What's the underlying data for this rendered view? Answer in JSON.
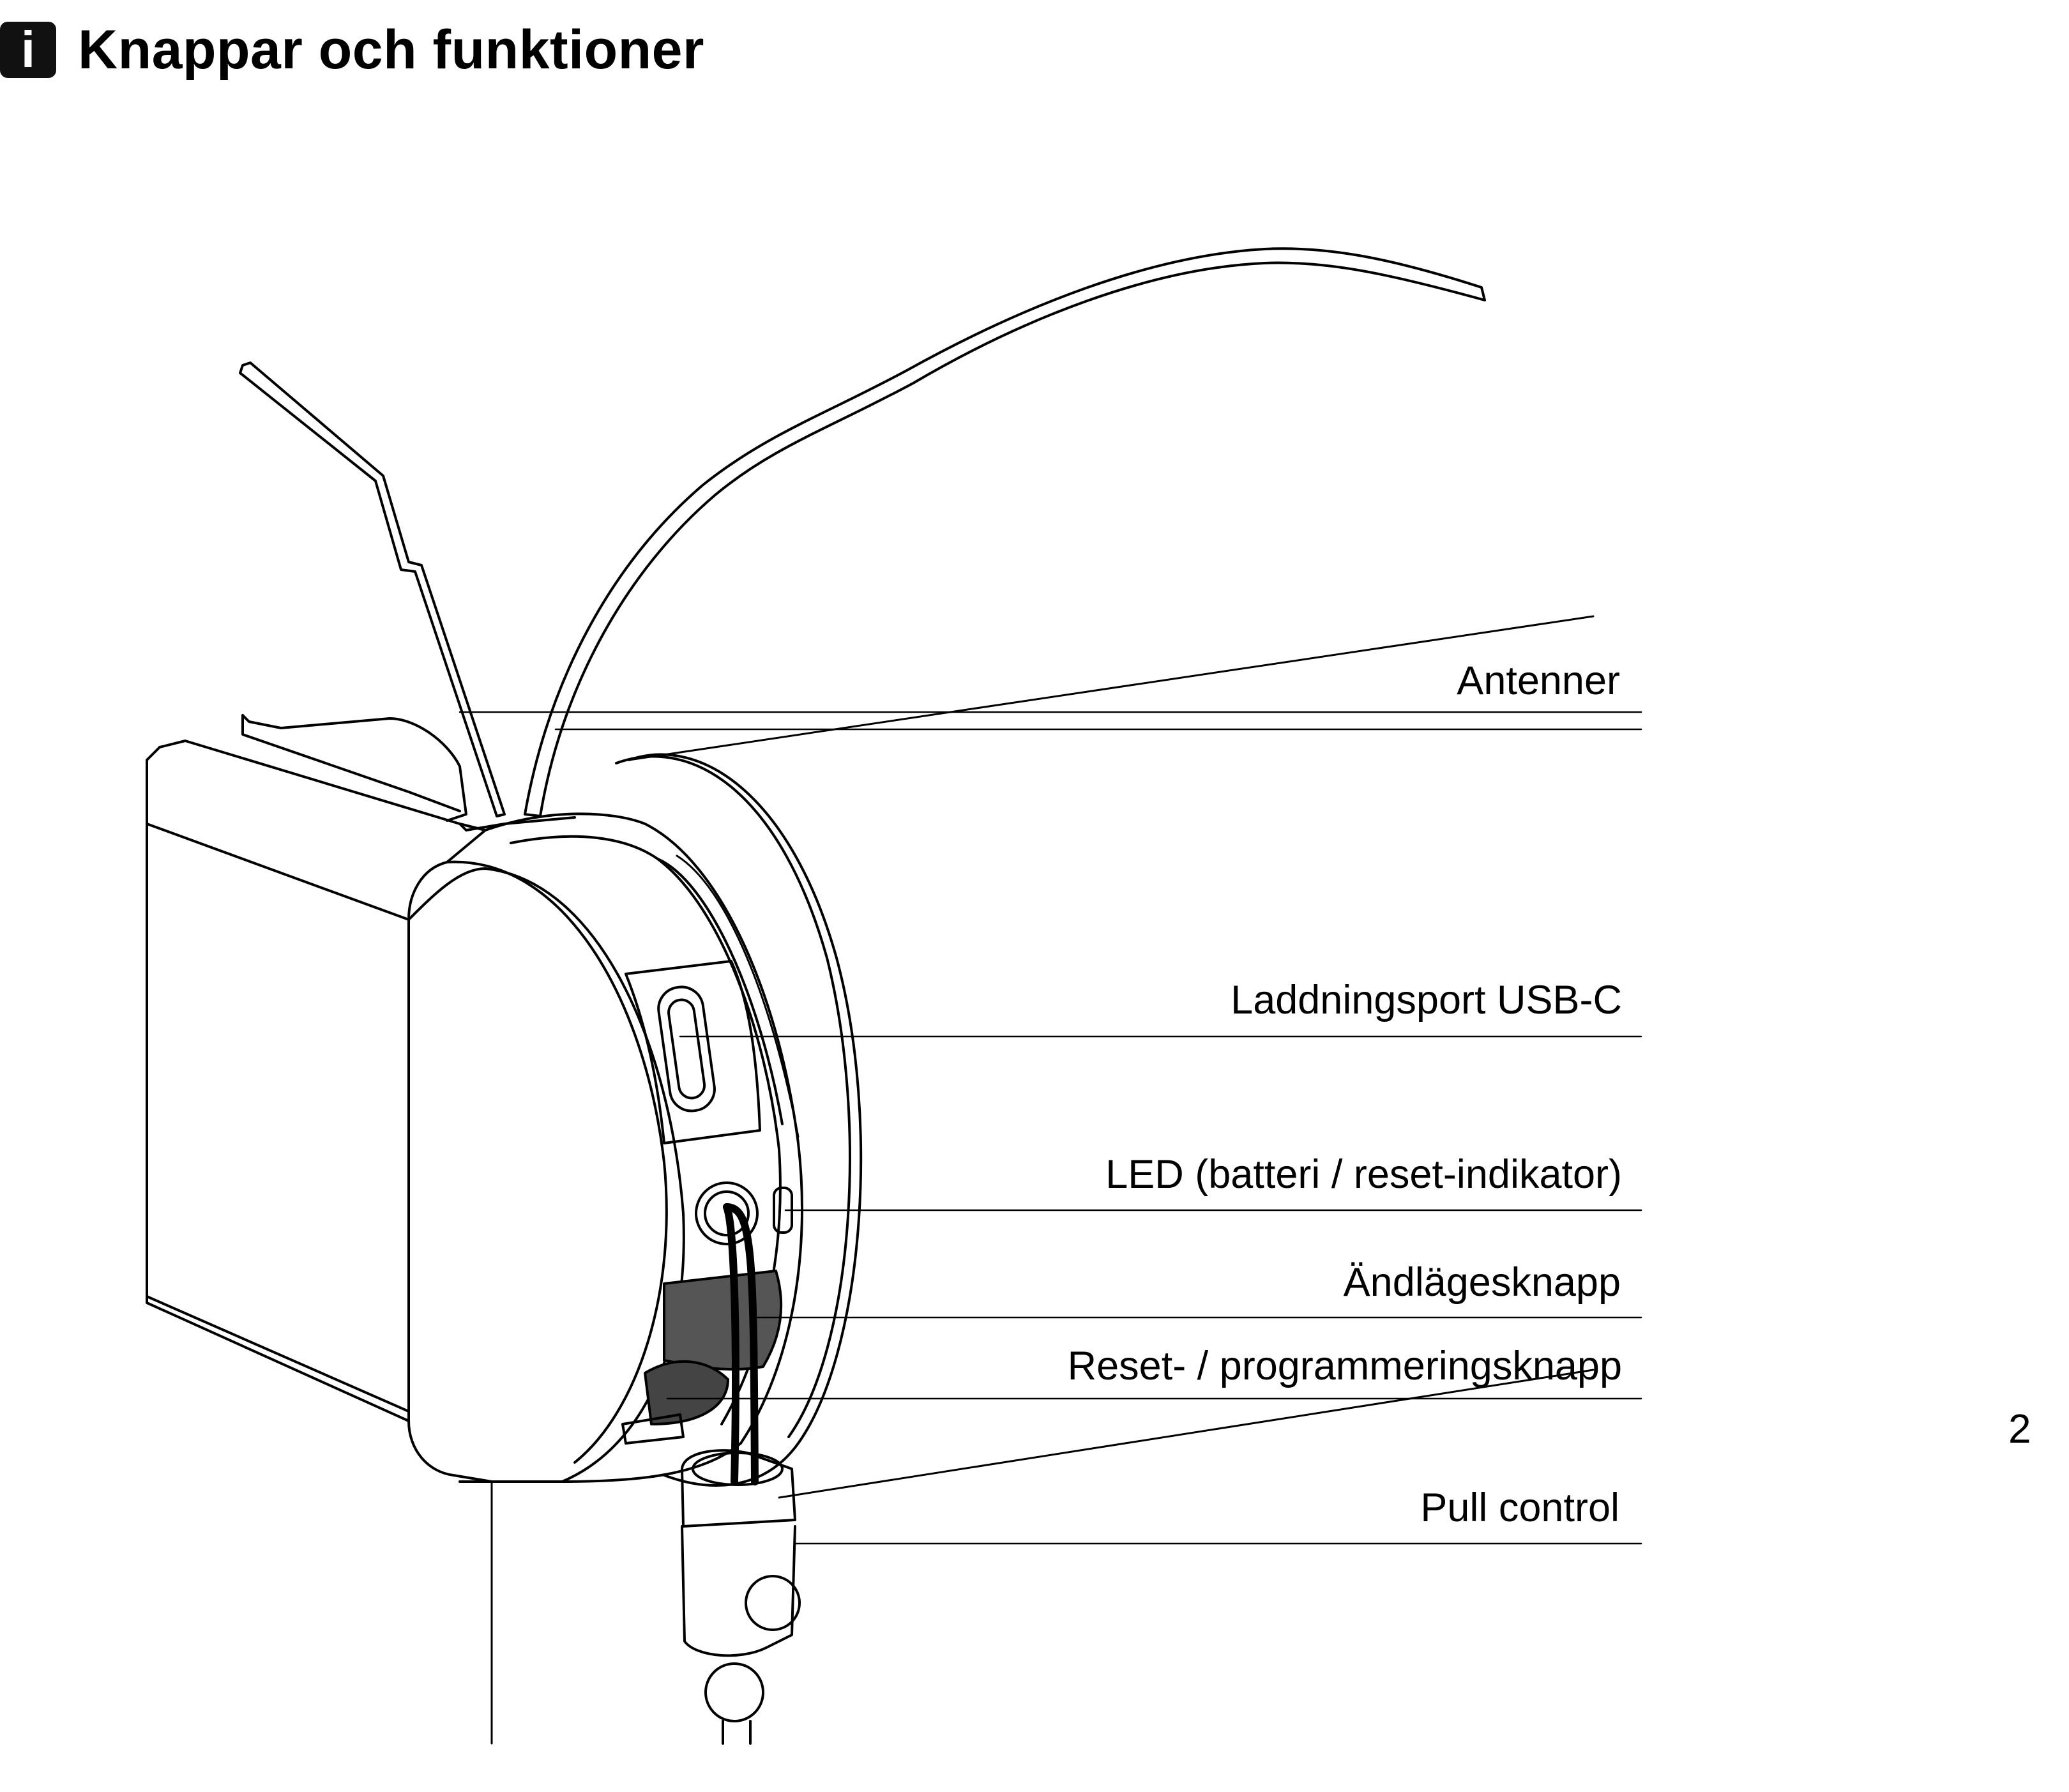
{
  "header": {
    "icon": "info-icon",
    "icon_glyph": "i",
    "title": "Knappar och funktioner"
  },
  "callouts": [
    {
      "label": "Antenner"
    },
    {
      "label": "Laddningsport USB-C"
    },
    {
      "label": "LED (batteri / reset-indikator)"
    },
    {
      "label": "Ändlägesknapp"
    },
    {
      "label": "Reset- / programmeringsknapp"
    },
    {
      "label": "Pull control"
    }
  ],
  "page_number": "2"
}
